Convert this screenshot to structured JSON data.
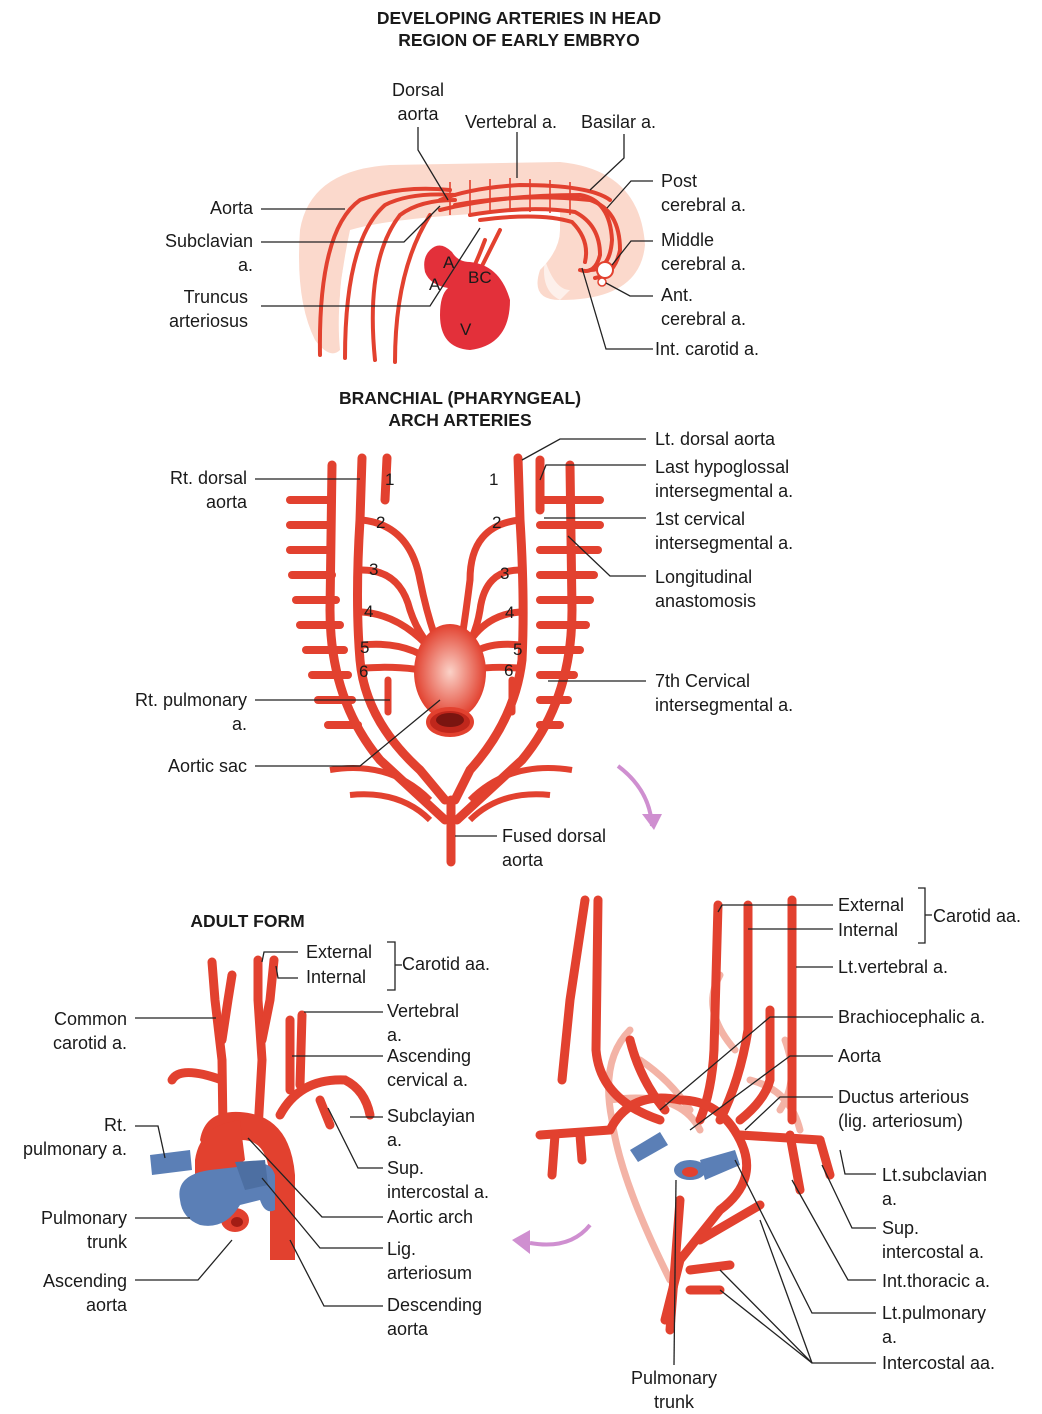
{
  "panel1": {
    "title_l1": "DEVELOPING ARTERIES IN HEAD",
    "title_l2": "REGION OF EARLY EMBRYO",
    "left_labels": [
      {
        "lines": [
          "Aorta"
        ]
      },
      {
        "lines": [
          "Subclavian",
          "a."
        ]
      },
      {
        "lines": [
          "Truncus",
          "arteriosus"
        ]
      }
    ],
    "top_labels": [
      {
        "lines": [
          "Dorsal",
          "aorta"
        ]
      },
      {
        "lines": [
          "Vertebral a."
        ]
      },
      {
        "lines": [
          "Basilar a."
        ]
      }
    ],
    "right_labels": [
      {
        "lines": [
          "Post",
          "cerebral a."
        ]
      },
      {
        "lines": [
          "Middle",
          "cerebral a."
        ]
      },
      {
        "lines": [
          "Ant.",
          "cerebral a."
        ]
      },
      {
        "lines": [
          "Int. carotid a."
        ]
      }
    ],
    "heart_letters": [
      "A",
      "A",
      "BC",
      "V"
    ]
  },
  "panel2": {
    "title_l1": "BRANCHIAL (PHARYNGEAL)",
    "title_l2": "ARCH ARTERIES",
    "left_labels": [
      {
        "lines": [
          "Rt. dorsal",
          "aorta"
        ]
      },
      {
        "lines": [
          "Rt. pulmonary",
          "a."
        ]
      },
      {
        "lines": [
          "Aortic sac"
        ]
      }
    ],
    "right_labels": [
      {
        "lines": [
          "Lt. dorsal aorta"
        ]
      },
      {
        "lines": [
          "Last hypoglossal",
          "intersegmental a."
        ]
      },
      {
        "lines": [
          "1st cervical",
          "intersegmental a."
        ]
      },
      {
        "lines": [
          "Longitudinal",
          "anastomosis"
        ]
      },
      {
        "lines": [
          "7th Cervical",
          "intersegmental a."
        ]
      }
    ],
    "bottom_label": {
      "lines": [
        "Fused dorsal",
        "aorta"
      ]
    },
    "arch_numbers": [
      "1",
      "2",
      "3",
      "4",
      "5",
      "6"
    ]
  },
  "panel3": {
    "title": "ADULT FORM",
    "carotid_external": "External",
    "carotid_internal": "Internal",
    "carotid_group": "Carotid aa.",
    "left_labels": [
      {
        "lines": [
          "Common",
          "carotid a."
        ]
      },
      {
        "lines": [
          "Rt.",
          "pulmonary a."
        ]
      },
      {
        "lines": [
          "Pulmonary",
          "trunk"
        ]
      },
      {
        "lines": [
          "Ascending",
          "aorta"
        ]
      }
    ],
    "right_labels": [
      {
        "lines": [
          "Vertebral",
          "a."
        ]
      },
      {
        "lines": [
          "Ascending",
          "cervical a."
        ]
      },
      {
        "lines": [
          "Subclayian",
          "a."
        ]
      },
      {
        "lines": [
          "Sup.",
          "intercostal a."
        ]
      },
      {
        "lines": [
          "Aortic arch"
        ]
      },
      {
        "lines": [
          "Lig.",
          "arteriosum"
        ]
      },
      {
        "lines": [
          "Descending",
          "aorta"
        ]
      }
    ]
  },
  "panel4": {
    "carotid_external": "External",
    "carotid_internal": "Internal",
    "carotid_group": "Carotid aa.",
    "right_labels": [
      {
        "lines": [
          "Lt.vertebral a."
        ]
      },
      {
        "lines": [
          "Brachiocephalic a."
        ]
      },
      {
        "lines": [
          "Aorta"
        ]
      },
      {
        "lines": [
          "Ductus arterious",
          "(lig. arteriosum)"
        ]
      },
      {
        "lines": [
          "Lt.subclavian",
          "a."
        ]
      },
      {
        "lines": [
          "Sup.",
          "intercostal a."
        ]
      },
      {
        "lines": [
          "Int.thoracic a."
        ]
      },
      {
        "lines": [
          "Lt.pulmonary",
          "a."
        ]
      },
      {
        "lines": [
          "Intercostal aa."
        ]
      }
    ],
    "bottom_label": {
      "lines": [
        "Pulmonary",
        "trunk"
      ]
    }
  },
  "colors": {
    "artery": "#e2412f",
    "artery_light": "#f3b3a6",
    "embryo_bg": "#fbd9cc",
    "vein_blue": "#5b7fb6",
    "heart": "#e3303a",
    "arrow": "#cf8fd0",
    "leader": "#222222"
  }
}
